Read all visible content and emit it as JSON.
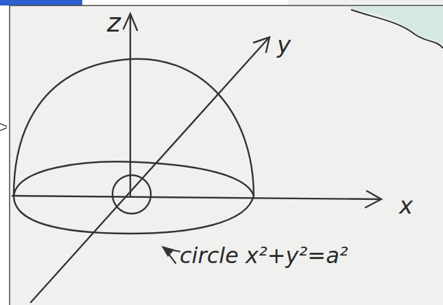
{
  "diagram": {
    "labels": [
      "z",
      "y",
      "x",
      "circle x²+y²=a²"
    ]
  }
}
